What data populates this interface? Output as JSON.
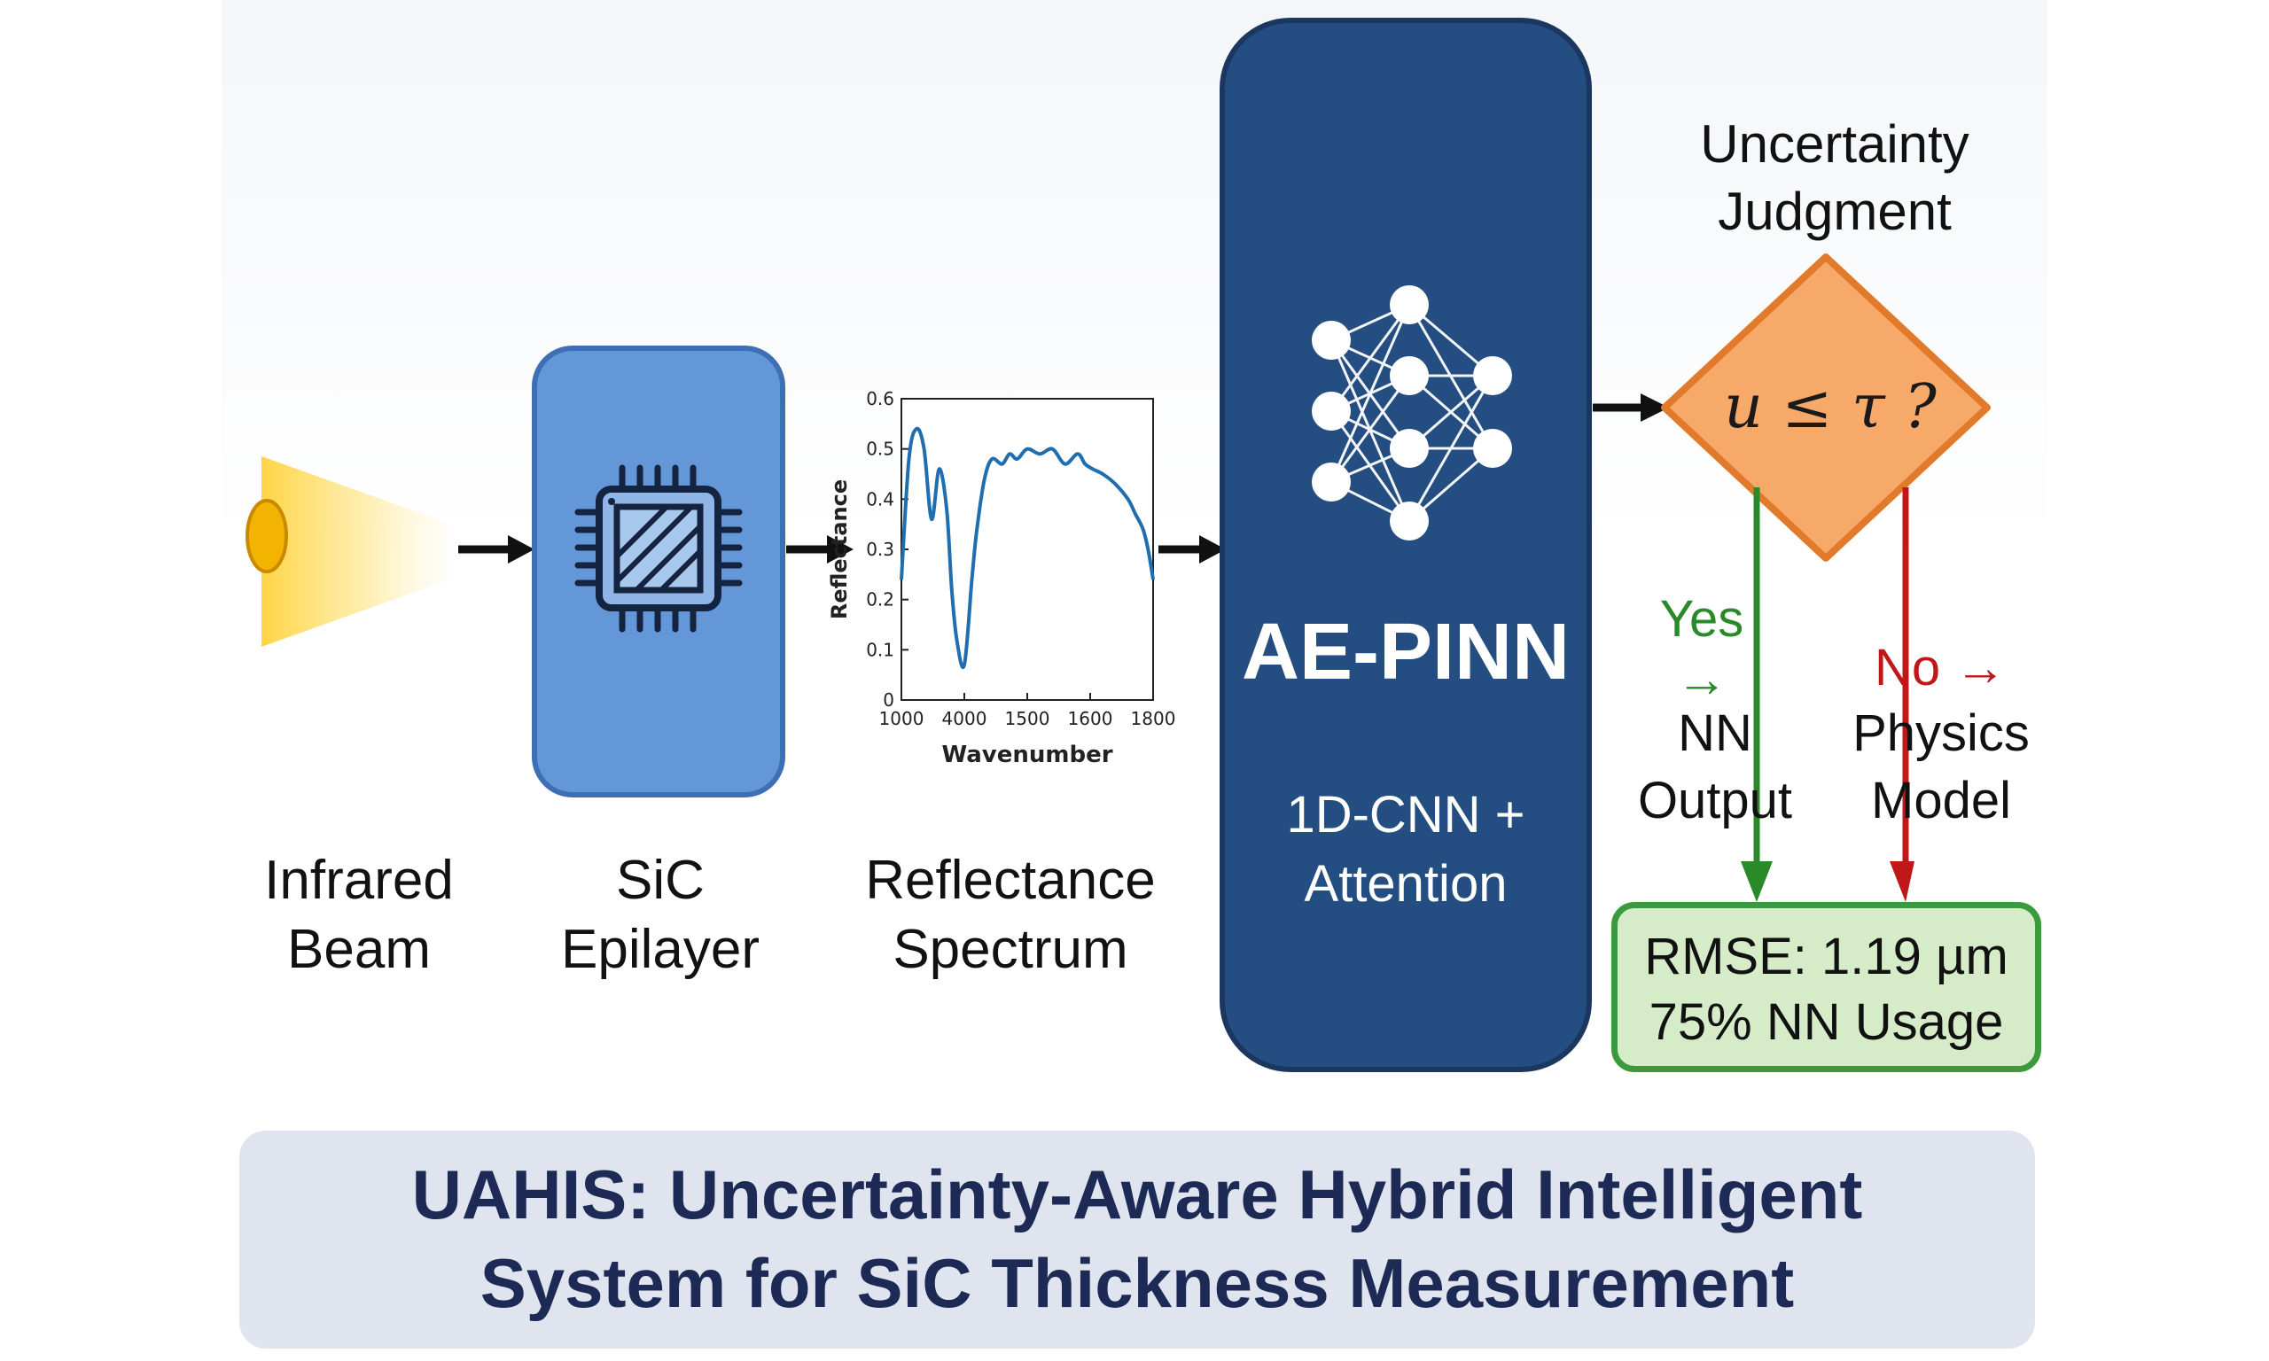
{
  "stages": {
    "beam": {
      "label_line1": "Infrared",
      "label_line2": "Beam"
    },
    "epilayer": {
      "label_line1": "SiC",
      "label_line2": "Epilayer",
      "icon": "chip-icon"
    },
    "spectrum": {
      "label_line1": "Reflectance",
      "label_line2": "Spectrum"
    },
    "model": {
      "title": "AE-PINN",
      "sub_line1": "1D-CNN +",
      "sub_line2": "Attention",
      "icon": "neural-network-icon"
    }
  },
  "decision": {
    "title_line1": "Uncertainty",
    "title_line2": "Judgment",
    "condition": "u ≤ τ ?",
    "yes_label": "Yes",
    "yes_arrow": "→",
    "yes_target_line1": "NN",
    "yes_target_line2": "Output",
    "no_label": "No →",
    "no_target_line1": "Physics",
    "no_target_line2": "Model"
  },
  "result": {
    "line1": "RMSE: 1.19 µm",
    "line2": "75% NN Usage"
  },
  "title": {
    "line1": "UAHIS: Uncertainty-Aware Hybrid Intelligent",
    "line2": "System for SiC Thickness Measurement"
  },
  "colors": {
    "epi_fill": "#6397d8",
    "model_fill": "#244d82",
    "decision_fill": "#f7a96a",
    "decision_border": "#e27a2c",
    "yes_color": "#2a8a2a",
    "no_color": "#c01818",
    "result_fill": "#d6ecc8",
    "result_border": "#3b9a3b",
    "banner_fill": "#dfe4ee",
    "banner_text": "#1c2a55",
    "curve": "#1f6fb0"
  },
  "chart_data": {
    "type": "line",
    "xlabel": "Wavenumber",
    "ylabel": "Reflectance",
    "xticks": [
      "1000",
      "4000",
      "1500",
      "1600",
      "1800"
    ],
    "yticks": [
      "0",
      "0.1",
      "0.2",
      "0.3",
      "0.4",
      "0.5",
      "0.6"
    ],
    "ylim": [
      0,
      0.6
    ],
    "x": [
      0,
      0.03,
      0.06,
      0.09,
      0.12,
      0.15,
      0.18,
      0.2,
      0.22,
      0.25,
      0.28,
      0.3,
      0.33,
      0.36,
      0.4,
      0.43,
      0.46,
      0.5,
      0.55,
      0.6,
      0.65,
      0.7,
      0.73,
      0.76,
      0.8,
      0.85,
      0.9,
      0.93,
      0.96,
      0.98,
      1.0
    ],
    "values": [
      0.24,
      0.48,
      0.54,
      0.5,
      0.36,
      0.46,
      0.38,
      0.22,
      0.12,
      0.07,
      0.24,
      0.34,
      0.44,
      0.48,
      0.47,
      0.49,
      0.48,
      0.5,
      0.49,
      0.5,
      0.47,
      0.49,
      0.47,
      0.46,
      0.45,
      0.43,
      0.4,
      0.37,
      0.34,
      0.3,
      0.24
    ]
  }
}
